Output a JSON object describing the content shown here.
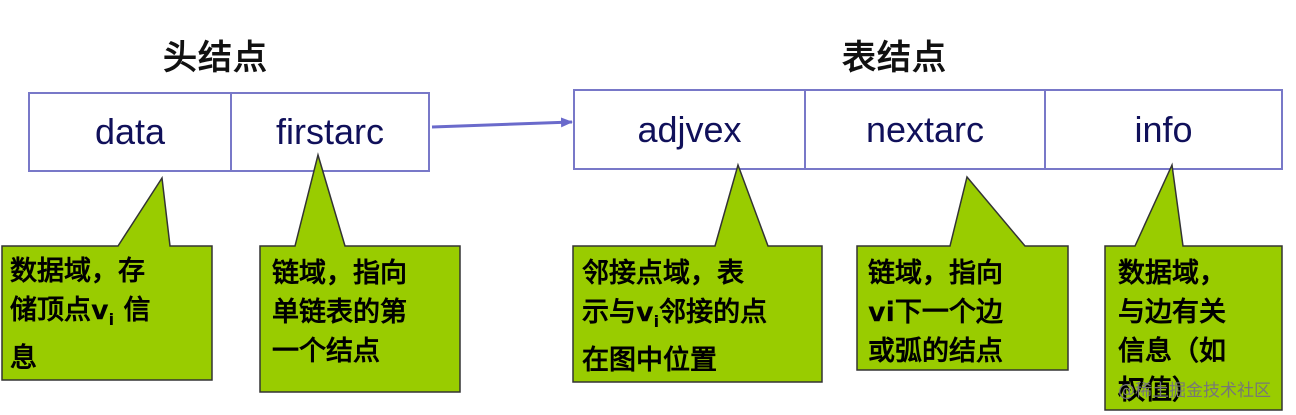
{
  "head_node": {
    "title": "头结点",
    "fields": [
      "data",
      "firstarc"
    ]
  },
  "edge_node": {
    "title": "表结点",
    "fields": [
      "adjvex",
      "nextarc",
      "info"
    ]
  },
  "callouts": {
    "data": {
      "line1": "数据域，存",
      "line2_pre": "储顶点v",
      "line2_sub": "i",
      "line2_post": " 信",
      "line3": "息"
    },
    "firstarc": {
      "lines": [
        "链域，指向",
        "单链表的第",
        "一个结点"
      ]
    },
    "adjvex": {
      "line1": "邻接点域，表",
      "line2_pre": "示与v",
      "line2_sub": "i",
      "line2_post": "邻接的点",
      "line3": "在图中位置"
    },
    "nextarc": {
      "lines": [
        "链域，指向",
        "vi下一个边",
        "或弧的结点"
      ]
    },
    "info": {
      "lines": [
        "数据域，",
        "与边有关",
        "信息（如",
        "权值）"
      ]
    }
  },
  "watermark": "@稀土掘金技术社区",
  "colors": {
    "callout_fill": "#99cc00",
    "callout_stroke": "#333333",
    "node_border": "#7878c8",
    "field_text": "#10105a",
    "arrow": "#6a6acb"
  }
}
